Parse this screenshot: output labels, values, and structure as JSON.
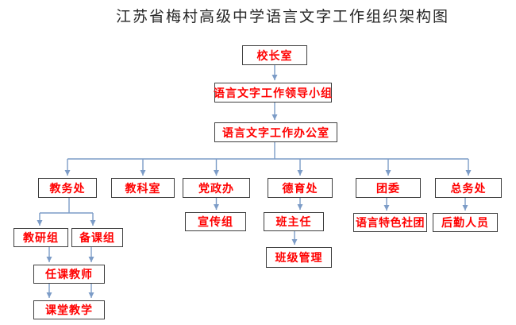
{
  "title": "江苏省梅村高级中学语言文字工作组织架构图",
  "colors": {
    "background": "#FFFFFF",
    "node_border": "#3F3F3F",
    "node_text": "#FF0000",
    "connector": "#7C9CC7",
    "title_text": "#262626"
  },
  "nodes": {
    "principal": "校长室",
    "leading_group": "语言文字工作领导小组",
    "office": "语言文字工作办公室",
    "academic_affairs": "教务处",
    "teaching_research_office": "教科室",
    "party_admin": "党政办",
    "moral_education": "德育处",
    "youth_league": "团委",
    "general_affairs": "总务处",
    "teaching_research_group": "教研组",
    "lesson_prep_group": "备课组",
    "publicity_group": "宣传组",
    "class_teachers": "班主任",
    "language_clubs": "语言特色社团",
    "logistics_staff": "后勤人员",
    "class_management": "班级管理",
    "subject_teachers": "任课教师",
    "classroom_teaching": "课堂教学"
  },
  "edges": [
    [
      "principal",
      "leading_group"
    ],
    [
      "leading_group",
      "office"
    ],
    [
      "office",
      "academic_affairs"
    ],
    [
      "office",
      "teaching_research_office"
    ],
    [
      "office",
      "party_admin"
    ],
    [
      "office",
      "moral_education"
    ],
    [
      "office",
      "youth_league"
    ],
    [
      "office",
      "general_affairs"
    ],
    [
      "academic_affairs",
      "teaching_research_group"
    ],
    [
      "academic_affairs",
      "lesson_prep_group"
    ],
    [
      "teaching_research_group",
      "subject_teachers"
    ],
    [
      "lesson_prep_group",
      "subject_teachers"
    ],
    [
      "subject_teachers",
      "classroom_teaching"
    ],
    [
      "party_admin",
      "publicity_group"
    ],
    [
      "moral_education",
      "class_teachers"
    ],
    [
      "class_teachers",
      "class_management"
    ],
    [
      "youth_league",
      "language_clubs"
    ],
    [
      "general_affairs",
      "logistics_staff"
    ]
  ]
}
